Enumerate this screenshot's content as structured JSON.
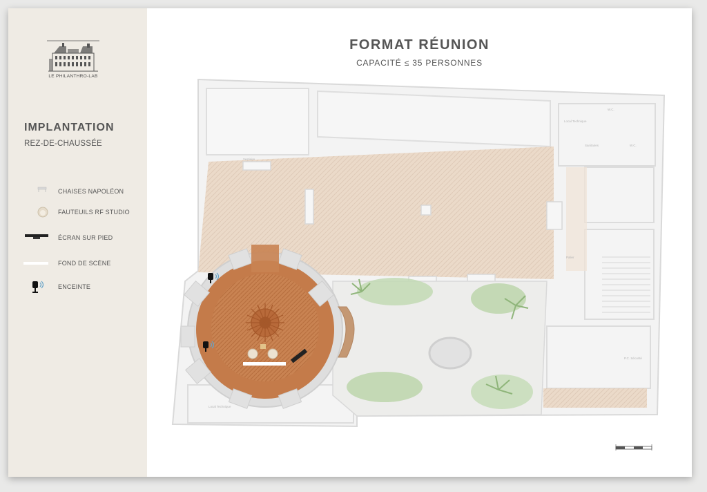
{
  "brand": {
    "logo_text": "LE PHILANTHRO-LAB"
  },
  "sidebar": {
    "title": "IMPLANTATION",
    "subtitle": "REZ-DE-CHAUSSÉE",
    "legend": [
      {
        "label": "CHAISES NAPOLÉON",
        "icon": "chair-icon"
      },
      {
        "label": "FAUTEUILS RF STUDIO",
        "icon": "armchair-icon"
      },
      {
        "label": "ÉCRAN SUR PIED",
        "icon": "screen-icon"
      },
      {
        "label": "FOND DE SCÈNE",
        "icon": "backdrop-icon"
      },
      {
        "label": "ENCEINTE",
        "icon": "speaker-icon"
      }
    ]
  },
  "main": {
    "title": "FORMAT RÉUNION",
    "subtitle": "CAPACITÉ ≤ 35 PERSONNES"
  },
  "plan": {
    "labels": {
      "local_technique": "Local Technique",
      "wc_1": "W.C.",
      "wc_2": "W.C.",
      "sanitaires": "Sanitaires",
      "vestiaire": "Vestiaire",
      "palier": "Palier",
      "local_tech_bottom": "Local Technique",
      "pc_securite": "P.C. Sécurité"
    }
  },
  "colors": {
    "sidebar_bg": "#efebe4",
    "text": "#555555",
    "floor_wood": "#e8d3c0",
    "rotunda_wood": "#c47b4a",
    "walls": "#e3e3e3"
  }
}
